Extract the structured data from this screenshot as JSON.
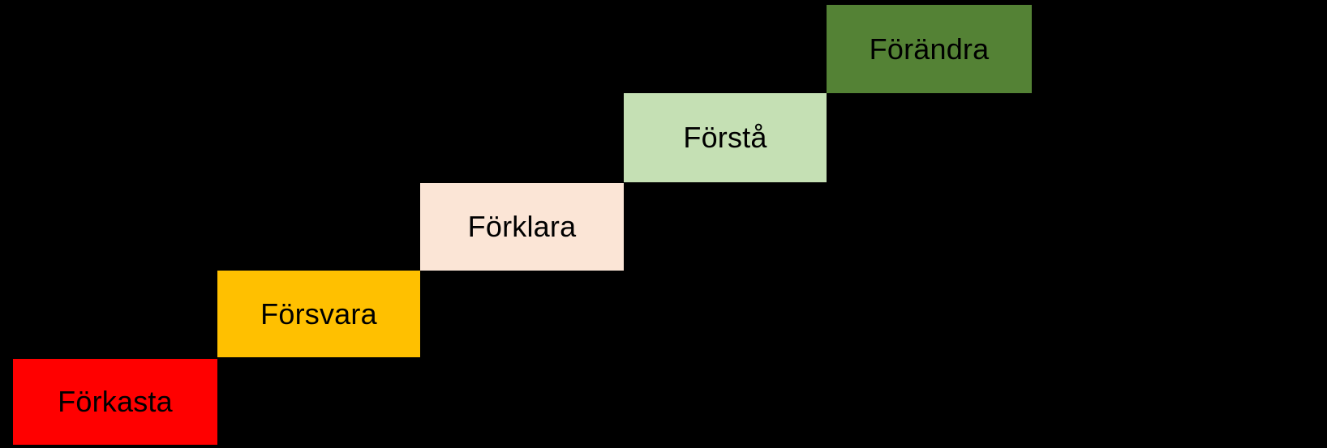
{
  "diagram": {
    "type": "staircase-steps",
    "background_color": "#000000",
    "text_color": "#000000",
    "steps": [
      {
        "label": "Förkasta",
        "color": "#FF0000"
      },
      {
        "label": "Försvara",
        "color": "#FFC000"
      },
      {
        "label": "Förklara",
        "color": "#FBE5D6"
      },
      {
        "label": "Förstå",
        "color": "#C5E0B4"
      },
      {
        "label": "Förändra",
        "color": "#548235"
      }
    ]
  }
}
